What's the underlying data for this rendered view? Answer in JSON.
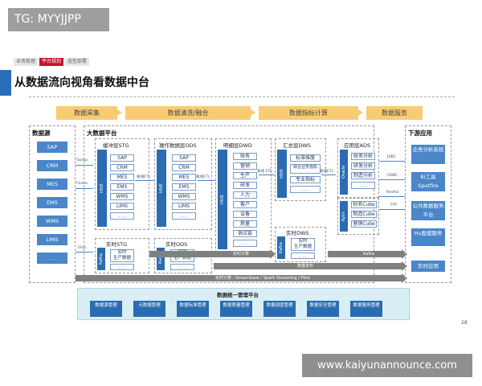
{
  "watermark_tg": "TG: MYYJJPP",
  "watermark_url": "www.kaiyunannounce.com",
  "tabs": [
    "业务梳理",
    "平台规划",
    "选型部署"
  ],
  "title": "从数据流向视角看数据中台",
  "stages": [
    "数据采集",
    "数据清洗/融合",
    "数据指标计算",
    "数据服务"
  ],
  "datasource": {
    "title": "数据源",
    "items": [
      "SAP",
      "CRM",
      "MES",
      "EMS",
      "WMS",
      "LIMS",
      ". . ."
    ]
  },
  "bigdata_title": "大数据平台",
  "arrow_labels": {
    "sqoop": "Sqoop",
    "flume": "Flume",
    "ogg": "OGG",
    "etl1": "离线ETL",
    "etl2": "离线ETL",
    "etl3": "离线 ETL",
    "etl4": "离线ETL",
    "jdbc1": "JDBC",
    "jdbc2": "ODBC",
    "restful": "Restful",
    "ftp": "FTP"
  },
  "stg": {
    "title": "缓冲层STG",
    "side": "HIVE",
    "items": [
      "SAP",
      "CRM",
      "MES",
      "EMS",
      "WMS",
      "LIMS",
      ". . ."
    ]
  },
  "ods": {
    "title": "操作数据层ODS",
    "side": "HIVE",
    "items": [
      "SAP",
      "CRM",
      "MES",
      "EMS",
      "WMS",
      "LIMS",
      ". . ."
    ]
  },
  "dwd": {
    "title": "明细层DWD",
    "side": "HIVE",
    "items": [
      "财务",
      "营销",
      "生产",
      "研发",
      "人力",
      "客户",
      "设备",
      "质量",
      "供应链",
      ". . ."
    ]
  },
  "dws": {
    "title": "汇总层DWS",
    "side": "HIVE",
    "items": [
      "标准维度",
      "综合业务指标",
      "专业指标",
      ". . ."
    ]
  },
  "ads": {
    "title": "应用层ADS",
    "side": "Oracle",
    "items": [
      "财务分析",
      "研发分析",
      "制造分析",
      ". . ."
    ]
  },
  "cube": {
    "side": "Kylin",
    "items": [
      "财务Cube",
      "制造Cube",
      "营销Cube"
    ]
  },
  "rt_stg": {
    "title": "实时STG",
    "side": "Kafka",
    "items": [
      "实时",
      "生产数据",
      ". . ."
    ]
  },
  "rt_ods": {
    "title": "实时ODS",
    "side": "Kudu",
    "items": [
      "实时",
      "生产数据",
      ". . ."
    ]
  },
  "rt_dws": {
    "title": "实时DWS",
    "side": "Kafka",
    "items": [
      "实时",
      "生产数据",
      ". . ."
    ]
  },
  "rt_calc_label": "实时计算",
  "data_publish_label": "数据发布",
  "kafka_label": "Kafka",
  "stream_label": "实时计算 : Streambase / Spark Streaming / Flink",
  "downstream": {
    "title": "下游应用",
    "items": [
      "业务分析系统",
      "BI工具Spotfire",
      "公共数据服务平台",
      "Hu盈建服务",
      "实时应用"
    ]
  },
  "platform": {
    "title": "数据统一管理平台",
    "items": [
      "数据源管理",
      "元数据管理",
      "数据标准管理",
      "数据质量管理",
      "数据调度管理",
      "数据安全管理",
      "数据服务管理"
    ]
  },
  "page_number": "28"
}
